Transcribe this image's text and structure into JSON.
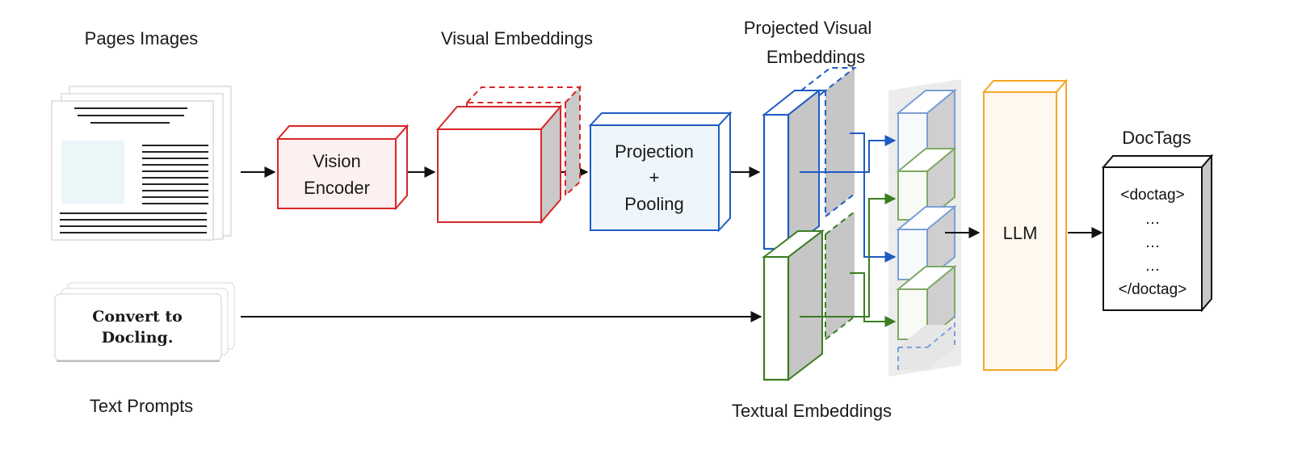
{
  "labels": {
    "pages_images": "Pages Images",
    "visual_embeddings": "Visual Embeddings",
    "projected_line1": "Projected Visual",
    "projected_line2": "Embeddings",
    "docTags": "DocTags",
    "text_prompts": "Text Prompts",
    "textual_embeddings": "Textual Embeddings"
  },
  "vision_encoder": {
    "line1": "Vision",
    "line2": "Encoder"
  },
  "projection": {
    "line1": "Projection",
    "line2": "+",
    "line3": "Pooling"
  },
  "llm": "LLM",
  "prompt": {
    "line1": "Convert to",
    "line2": "Docling."
  },
  "doctag_output": {
    "open": "<doctag>",
    "dots1": "…",
    "dots2": "…",
    "dots3": "…",
    "close": "</doctag>"
  },
  "colors": {
    "vision_red": "#d62728",
    "projection_blue": "#1f5bc4",
    "textual_green": "#3a7d22",
    "llm_orange": "#f5a623",
    "token_blue": "#7a9fd8",
    "token_green": "#7fa865"
  }
}
